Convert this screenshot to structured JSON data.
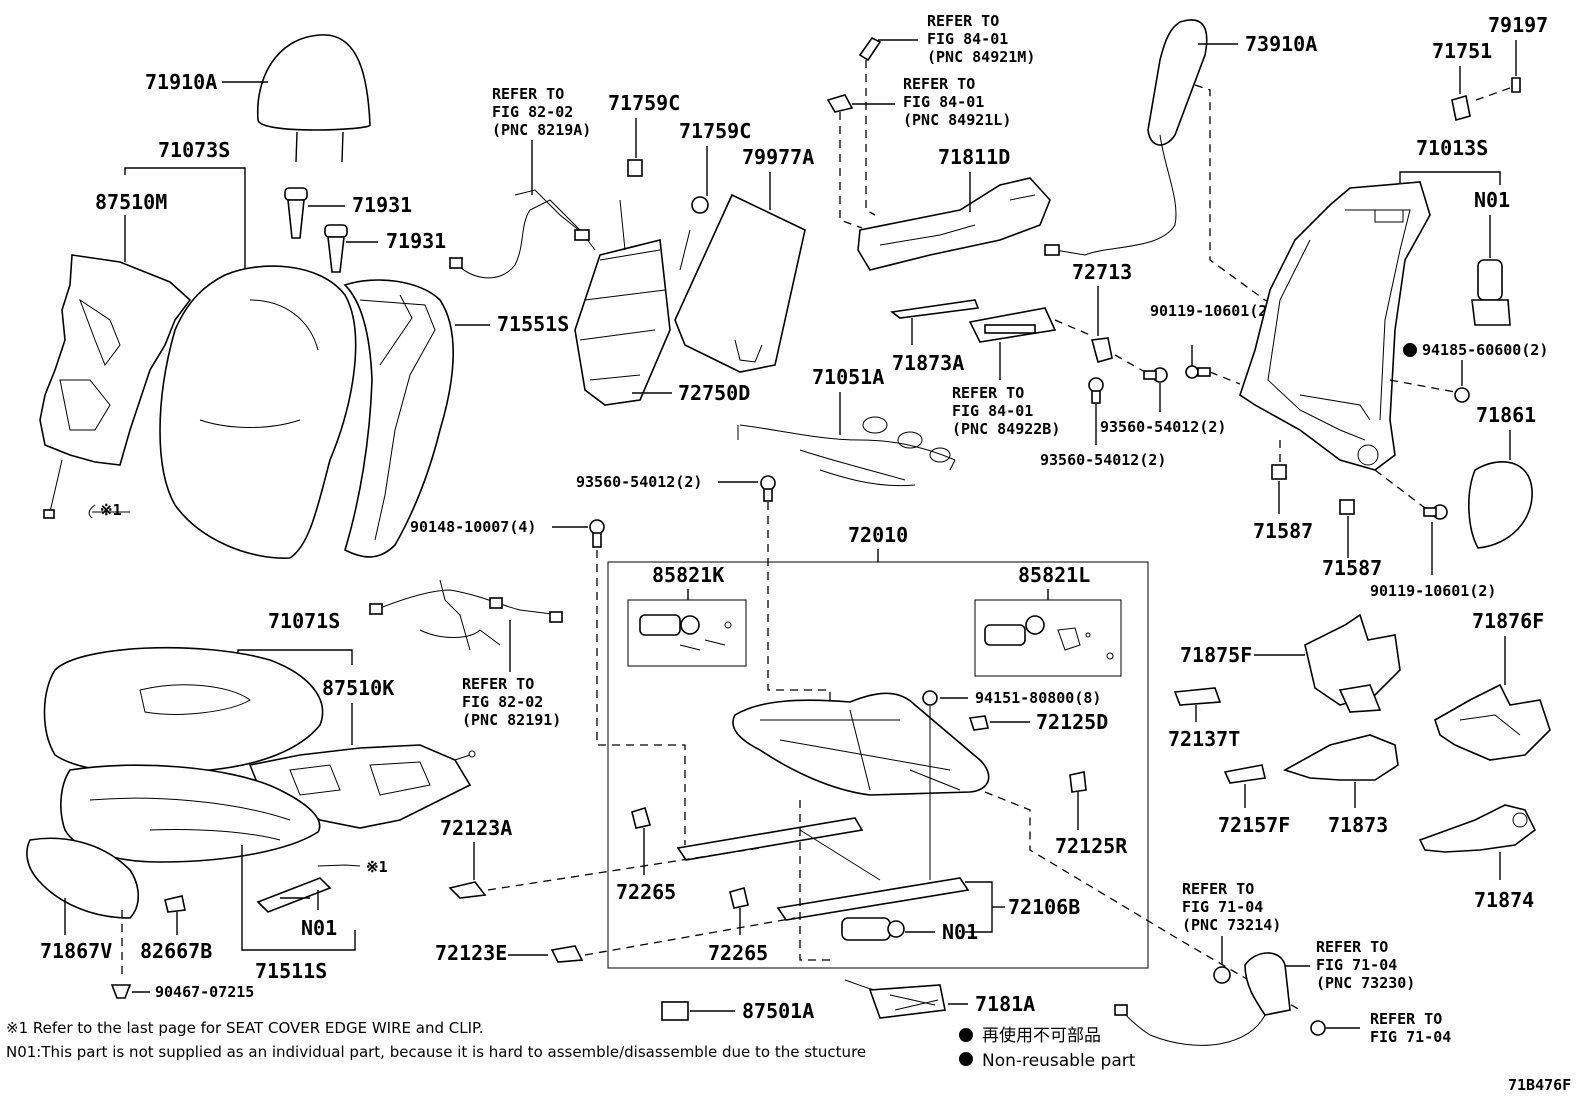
{
  "labels": {
    "p71910A": "71910A",
    "p71073S": "71073S",
    "p87510M": "87510M",
    "p71931a": "71931",
    "p71931b": "71931",
    "p71551S": "71551S",
    "p90148": "90148-10007(4)",
    "ref8202a": [
      "REFER TO",
      "FIG 82-02",
      "(PNC 8219A)"
    ],
    "p71759Ca": "71759C",
    "p71759Cb": "71759C",
    "p79977A": "79977A",
    "p72750D": "72750D",
    "ref8401a": [
      "REFER TO",
      "FIG 84-01",
      "(PNC 84921M)"
    ],
    "ref8401b": [
      "REFER TO",
      "FIG 84-01",
      "(PNC 84921L)"
    ],
    "p71811D": "71811D",
    "p73910A": "73910A",
    "p71873A": "71873A",
    "ref8401c": [
      "REFER TO",
      "FIG 84-01",
      "(PNC 84922B)"
    ],
    "p72713": "72713",
    "p71051A": "71051A",
    "p90119a": "90119-10601(2)",
    "p93560a": "93560-54012(2)",
    "p93560b": "93560-54012(2)",
    "p93560c": "93560-54012(2)",
    "p79197": "79197",
    "p71751": "71751",
    "p71013S": "71013S",
    "pN01a": "N01",
    "p94185": "94185-60600(2)",
    "p71861": "71861",
    "p71587a": "71587",
    "p71587b": "71587",
    "p90119b": "90119-10601(2)",
    "p72010": "72010",
    "p85821K": "85821K",
    "p85821L": "85821L",
    "p94151": "94151-80800(8)",
    "p72125D": "72125D",
    "p72125R": "72125R",
    "p71071S": "71071S",
    "p87510K": "87510K",
    "ref8202b": [
      "REFER TO",
      "FIG 82-02",
      "(PNC 82191)"
    ],
    "p72123A": "72123A",
    "p72123E": "72123E",
    "p72265a": "72265",
    "p72265b": "72265",
    "p72106B": "72106B",
    "pN01b": "N01",
    "pN01c": "N01",
    "p71875F": "71875F",
    "p71876F": "71876F",
    "p72137T": "72137T",
    "p72157F": "72157F",
    "p71873": "71873",
    "p71874": "71874",
    "ref7104a": [
      "REFER TO",
      "FIG 71-04",
      "(PNC 73214)"
    ],
    "ref7104b": [
      "REFER TO",
      "FIG 71-04",
      "(PNC 73230)"
    ],
    "ref7104c": [
      "REFER TO",
      "FIG 71-04"
    ],
    "p7181A": "7181A",
    "p87501A": "87501A",
    "p71867V": "71867V",
    "p82667B": "82667B",
    "p71511S": "71511S",
    "p90467": "90467-07215",
    "star1a": "※1",
    "star1b": "※1"
  },
  "footnotes": {
    "note1": "※1 Refer to the last page for SEAT COVER EDGE WIRE and CLIP.",
    "note2": "N01:This part is not supplied as an individual part, because it is hard to assemble/disassemble due to the stucture"
  },
  "legend": {
    "jp": "再使用不可部品",
    "en": "Non-reusable part"
  },
  "figure_id": "71B476F"
}
